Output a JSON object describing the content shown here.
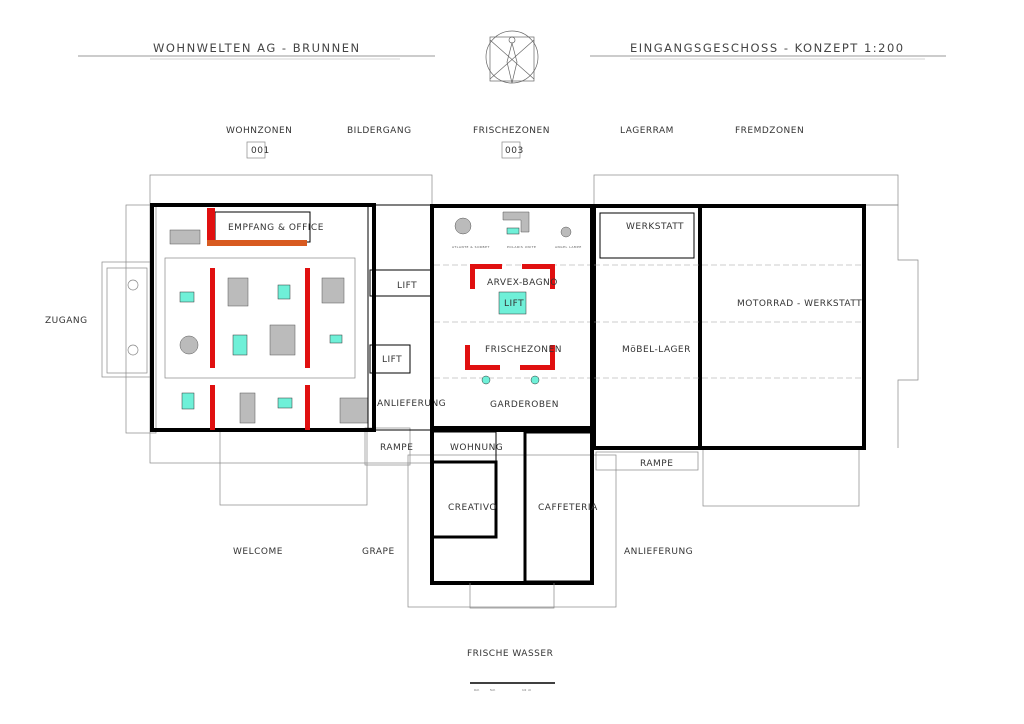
{
  "header": {
    "project_title": "WOHNWELTEN AG - BRUNNEN",
    "sheet_title": "EINGANGSGESCHOSS - KONZEPT   1:200"
  },
  "zones": [
    {
      "label": "WOHNZONEN",
      "code": "001"
    },
    {
      "label": "BILDERGANG"
    },
    {
      "label": "FRISCHEZONEN",
      "code": "003"
    },
    {
      "label": "LAGERRAM"
    },
    {
      "label": "FREMDZONEN"
    }
  ],
  "rooms": {
    "empfang": "EMPFANG & OFFICE",
    "lift1": "LIFT",
    "lift2": "LIFT",
    "lift3": "LIFT",
    "arvex": "ARVEX-BAGNO",
    "frischezonen": "FRISCHEZONEN",
    "anlieferung": "ANLIEFERUNG",
    "garderoben": "GARDEROBEN",
    "wohnung": "WOHNUNG",
    "creativo": "CREATIVO",
    "caffeteria": "CAFFETERIA",
    "rampe_left": "RAMPE",
    "rampe_right": "RAMPE",
    "werkstatt": "WERKSTATT",
    "moebel_lager": "MöBEL-LAGER",
    "motorrad": "MOTORRAD - WERKSTATT",
    "furniture_1": "ATLANTE & SORBET",
    "furniture_2": "POLARIS UNITE",
    "furniture_3": "ANGEL LAMPE"
  },
  "outside": {
    "zugang": "ZUGANG",
    "welcome": "WELCOME",
    "grape": "GRAPE",
    "anlieferung": "ANLIEFERUNG",
    "frische_wasser": "FRISCHE WASSER"
  },
  "scale_bar": {
    "ticks": [
      "0m",
      "5m",
      "10 m"
    ]
  }
}
